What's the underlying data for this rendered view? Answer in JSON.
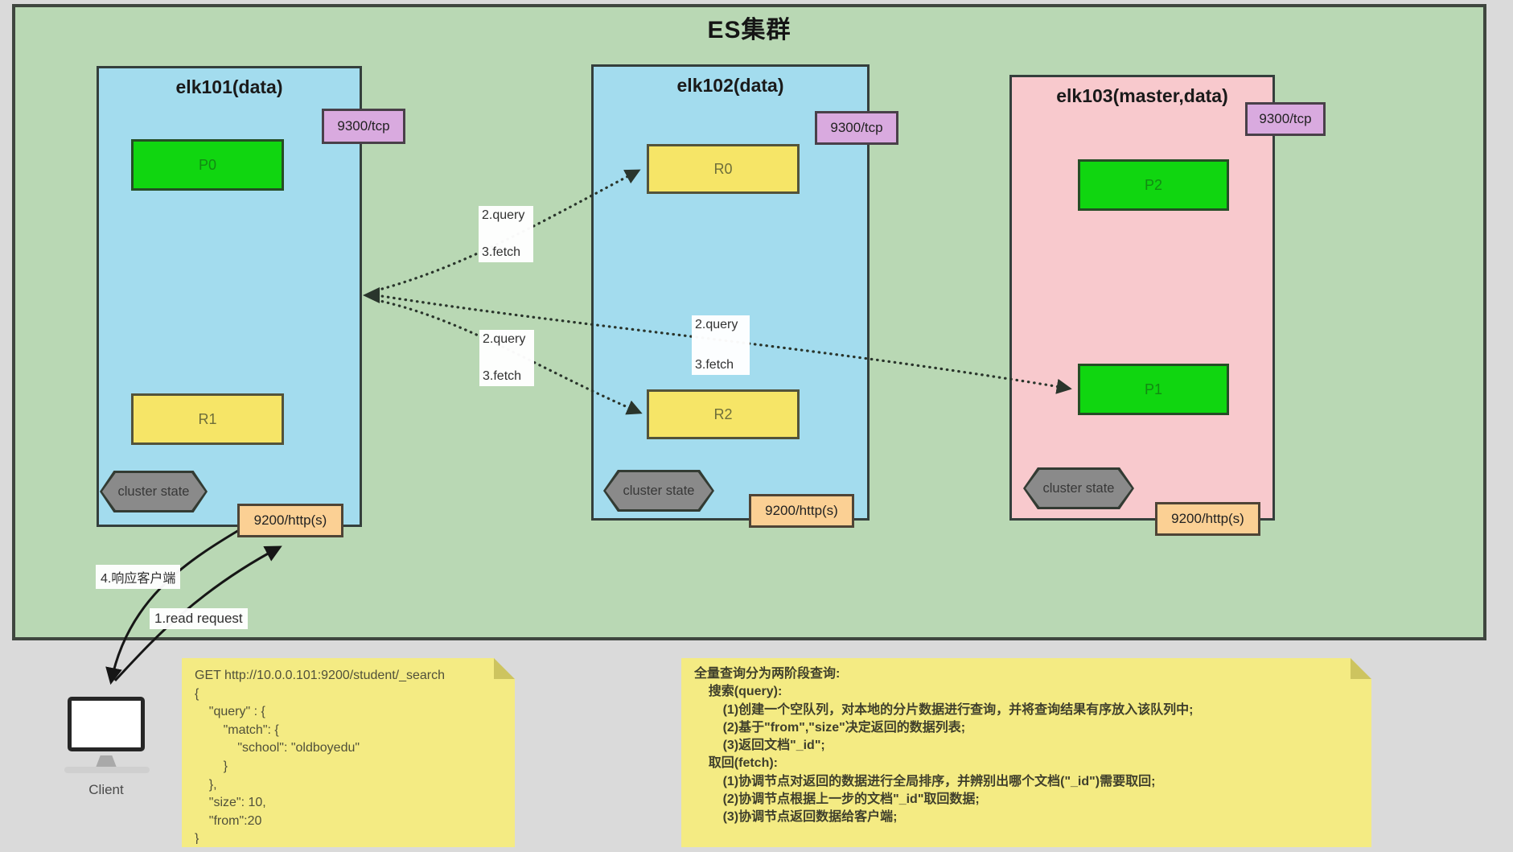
{
  "cluster_title": "ES集群",
  "nodes": [
    {
      "title": "elk101(data)",
      "tcp_port": "9300/tcp",
      "http_port": "9200/http(s)",
      "cluster_state_label": "cluster state",
      "shards": [
        {
          "label": "P0"
        },
        {
          "label": "R1"
        }
      ]
    },
    {
      "title": "elk102(data)",
      "tcp_port": "9300/tcp",
      "http_port": "9200/http(s)",
      "cluster_state_label": "cluster state",
      "shards": [
        {
          "label": "R0"
        },
        {
          "label": "R2"
        }
      ]
    },
    {
      "title": "elk103(master,data)",
      "tcp_port": "9300/tcp",
      "http_port": "9200/http(s)",
      "cluster_state_label": "cluster state",
      "shards": [
        {
          "label": "P2"
        },
        {
          "label": "P1"
        }
      ]
    }
  ],
  "flow": {
    "query_label": "2.query",
    "fetch_label": "3.fetch",
    "request_label": "1.read request",
    "response_label": "4.响应客户端"
  },
  "client": {
    "label": "Client"
  },
  "notes": {
    "request": {
      "lines": [
        "GET http://10.0.0.101:9200/student/_search",
        "{",
        "    \"query\" : {",
        "        \"match\": {",
        "            \"school\": \"oldboyedu\"",
        "        }",
        "    },",
        "    \"size\": 10,",
        "    \"from\":20",
        "}"
      ]
    },
    "explanation": {
      "lines": [
        "全量查询分为两阶段查询:",
        "    搜索(query):",
        "        (1)创建一个空队列，对本地的分片数据进行查询，并将查询结果有序放入该队列中;",
        "        (2)基于\"from\",\"size\"决定返回的数据列表;",
        "        (3)返回文档\"_id\";",
        "",
        "    取回(fetch):",
        "        (1)协调节点对返回的数据进行全局排序，并辨别出哪个文档(\"_id\")需要取回;",
        "        (2)协调节点根据上一步的文档\"_id\"取回数据;",
        "        (3)协调节点返回数据给客户端;"
      ]
    }
  },
  "colors": {
    "cluster_bg": "#b9d8b4",
    "node_data_bg": "#a3dcee",
    "node_master_bg": "#f8c9cd",
    "primary_shard": "#10d610",
    "replica_shard": "#f6e567",
    "tcp_label_bg": "#d9aadf",
    "http_label_bg": "#fbd094",
    "note_bg": "#f4eb83"
  }
}
